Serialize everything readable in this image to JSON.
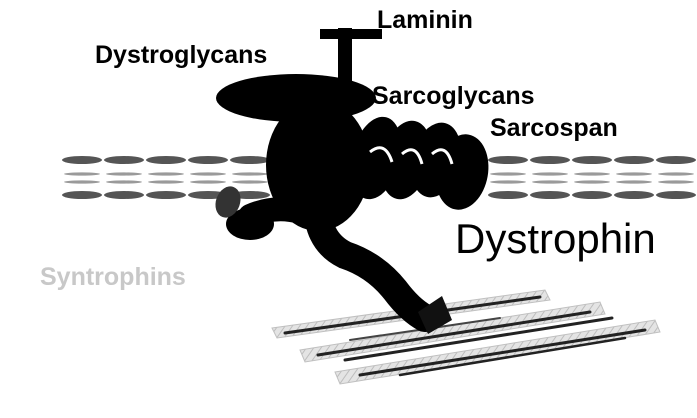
{
  "labels": {
    "laminin": "Laminin",
    "dystroglycans": "Dystroglycans",
    "sarcoglycans": "Sarcoglycans",
    "sarcospan": "Sarcospan",
    "dystrophin": "Dystrophin",
    "syntrophins": "Syntrophins"
  },
  "colors": {
    "protein": "#000000",
    "membrane": "#555555",
    "membrane_inner": "#9a9a9a",
    "faded_label": "#c8c8c8",
    "actin_fill": "#d4d4d4",
    "background": "#ffffff"
  }
}
